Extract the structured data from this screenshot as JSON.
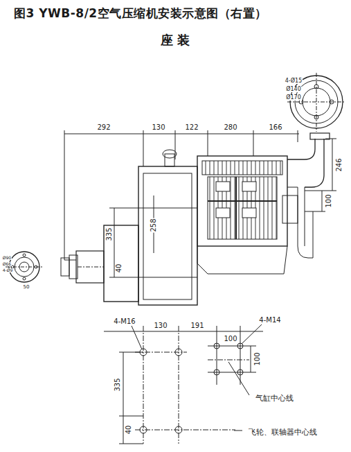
{
  "diagram": {
    "title": "图3 YWB-8/2空气压缩机安装示意图（右置）",
    "labels": [
      "座  装",
      "292",
      "130",
      "122",
      "280",
      "166",
      "246",
      "100",
      "258",
      "335",
      "40",
      "4-Ø15",
      "Ø140",
      "Ø170",
      "Ø90",
      "Ø66",
      "4-Ø9",
      "50",
      "4-M16",
      "130",
      "191",
      "100",
      "4-M14",
      "100",
      "335",
      "40",
      "气缸中心线",
      "飞轮、联轴器中心线"
    ]
  }
}
